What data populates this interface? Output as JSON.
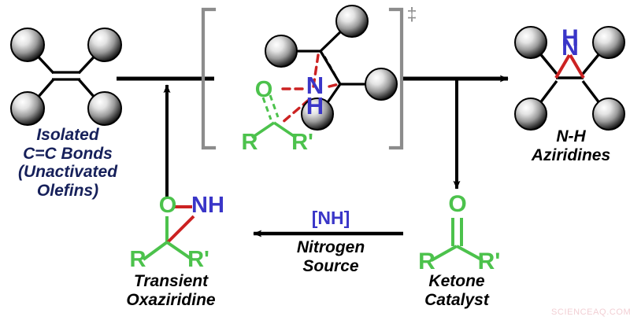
{
  "figure": {
    "title": "Catalytic N-H aziridination of unactivated olefins reaction scheme",
    "domain": "chemistry-reaction-scheme",
    "background_color": "#ffffff"
  },
  "colors": {
    "carbon_black": "#000000",
    "oxygen_green": "#4cc24c",
    "nitrogen_blue": "#3a36c8",
    "bond_red": "#cc2222",
    "bracket_gray": "#8c8c8c",
    "label_navy": "#16205a",
    "watermark_pink": "#f2cfd4",
    "sphere_light": "#f2f2f2",
    "sphere_dark": "#1a1a1a"
  },
  "structures": {
    "olefin": {
      "name": "isolated-alkene",
      "label_lines": [
        "Isolated",
        "C=C Bonds",
        "(Unactivated",
        "Olefins)"
      ],
      "label_color": "#16205a",
      "bond_type": "C=C double bond",
      "substituent_count": 4,
      "substituent_glyph": "sphere"
    },
    "transition_state": {
      "name": "transition-state",
      "bracket": "square-bracket-pair",
      "superscript": "‡",
      "atoms": {
        "oxygen": "O",
        "nitrogen": "N",
        "hydrogen": "H",
        "r_group": "R",
        "r_prime_group": "R'"
      },
      "dashed_bonds": "red partial bonds",
      "substituent_count": 4
    },
    "aziridine": {
      "name": "n-h-aziridine",
      "label_lines": [
        "N-H",
        "Aziridines"
      ],
      "label_color": "#000000",
      "heteroatom": "N",
      "hydrogen": "H",
      "substituent_count": 4
    },
    "oxaziridine": {
      "name": "transient-oxaziridine",
      "label_lines": [
        "Transient",
        "Oxaziridine"
      ],
      "label_color": "#000000",
      "atoms": {
        "oxygen": "O",
        "nitrogen_hydrogen": "NH",
        "r_group": "R",
        "r_prime_group": "R'"
      }
    },
    "ketone": {
      "name": "ketone-catalyst",
      "label_lines": [
        "Ketone",
        "Catalyst"
      ],
      "label_color": "#000000",
      "atoms": {
        "oxygen": "O",
        "r_group": "R",
        "r_prime_group": "R'"
      },
      "bond_type": "C=O double bond"
    }
  },
  "arrows": {
    "main_forward": {
      "name": "main-reaction-arrow",
      "direction": "right",
      "label": ""
    },
    "oxaziridine_up": {
      "name": "oxaziridine-to-transition-state-arrow",
      "direction": "up",
      "label": ""
    },
    "ketone_down": {
      "name": "transition-state-to-ketone-arrow",
      "direction": "down",
      "label": ""
    },
    "nitrogen_transfer": {
      "name": "nitrogen-source-arrow",
      "direction": "left",
      "label_above": "[NH]",
      "label_above_color": "#3a36c8",
      "label_below_lines": [
        "Nitrogen",
        "Source"
      ],
      "label_below_color": "#000000"
    }
  },
  "watermark": {
    "text": "SCIENCEAQ.COM"
  }
}
